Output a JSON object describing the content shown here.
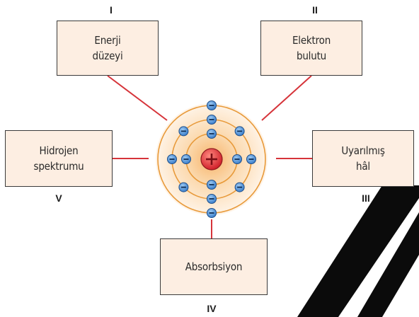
{
  "labels": {
    "I": "I",
    "II": "II",
    "III": "III",
    "IV": "IV",
    "V": "V"
  },
  "boxes": {
    "energy_level": [
      "Enerji",
      "düzeyi"
    ],
    "electron_cloud": [
      "Elektron",
      "bulutu"
    ],
    "hydrogen_spectrum": [
      "Hidrojen",
      "spektrumu"
    ],
    "excited_state": [
      "Uyarılmış",
      "hâl"
    ],
    "absorption": [
      "Absorbsiyon"
    ]
  },
  "colors": {
    "connector": "#d6343a",
    "box_fill": "#fdeee2",
    "orbit": "#e89a3a",
    "electron": "#4a90d9",
    "nucleus": "#e0343a"
  },
  "icons": {
    "nucleus": "plus-icon",
    "electron": "minus-icon"
  }
}
